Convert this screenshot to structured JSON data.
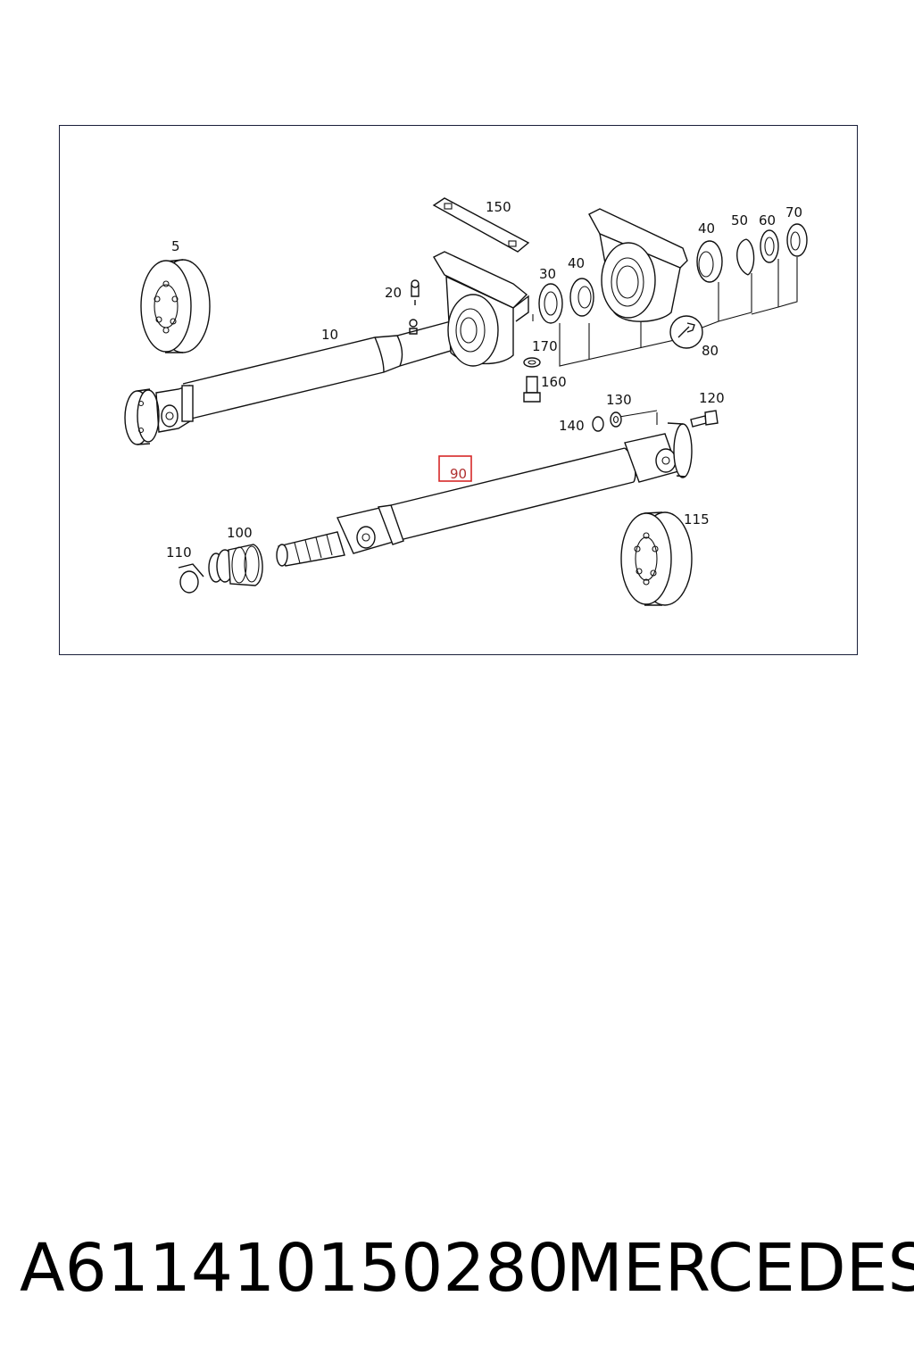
{
  "diagram": {
    "callouts": {
      "c5": "5",
      "c10": "10",
      "c20": "20",
      "c30": "30",
      "c40a": "40",
      "c40b": "40",
      "c50": "50",
      "c60": "60",
      "c70": "70",
      "c80": "80",
      "c90": "90",
      "c100": "100",
      "c110": "110",
      "c115": "115",
      "c120": "120",
      "c130": "130",
      "c140": "140",
      "c150": "150",
      "c160": "160",
      "c170": "170"
    },
    "highlighted_part": "90",
    "colors": {
      "frame": "#1a1f3a",
      "highlight": "#d62828",
      "line": "#111111"
    }
  },
  "caption": {
    "part_number": "A611410150280",
    "brand": "MERCEDES"
  }
}
